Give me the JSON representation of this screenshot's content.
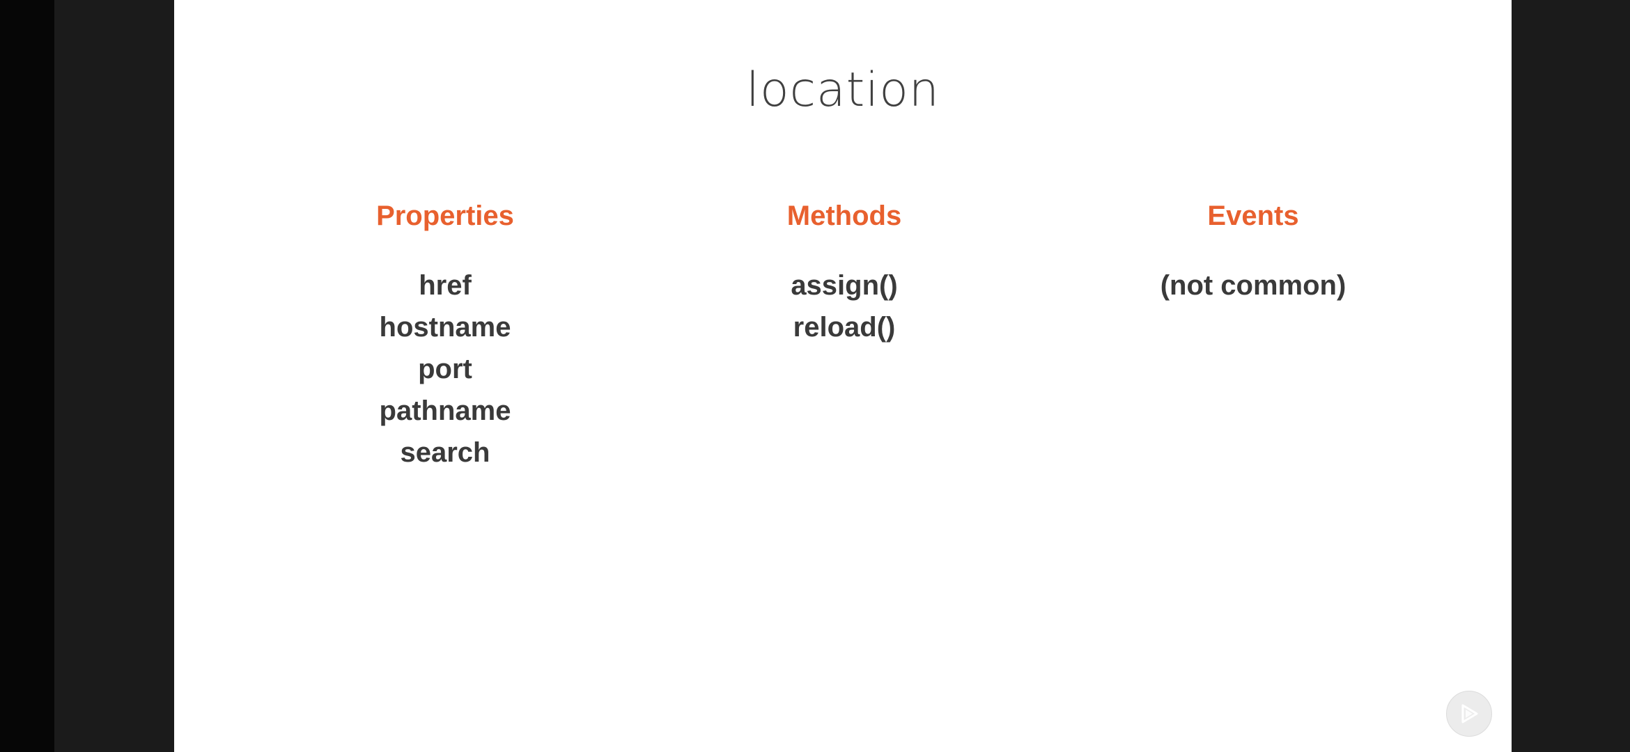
{
  "slide": {
    "title": "location",
    "accent_color": "#e8602e",
    "text_color": "#3a3a3a",
    "columns": [
      {
        "heading": "Properties",
        "items": [
          "href",
          "hostname",
          "port",
          "pathname",
          "search"
        ]
      },
      {
        "heading": "Methods",
        "items": [
          "assign()",
          "reload()"
        ]
      },
      {
        "heading": "Events",
        "items": [
          "(not common)"
        ]
      }
    ]
  },
  "player": {
    "play_icon": "play-logo-icon"
  }
}
